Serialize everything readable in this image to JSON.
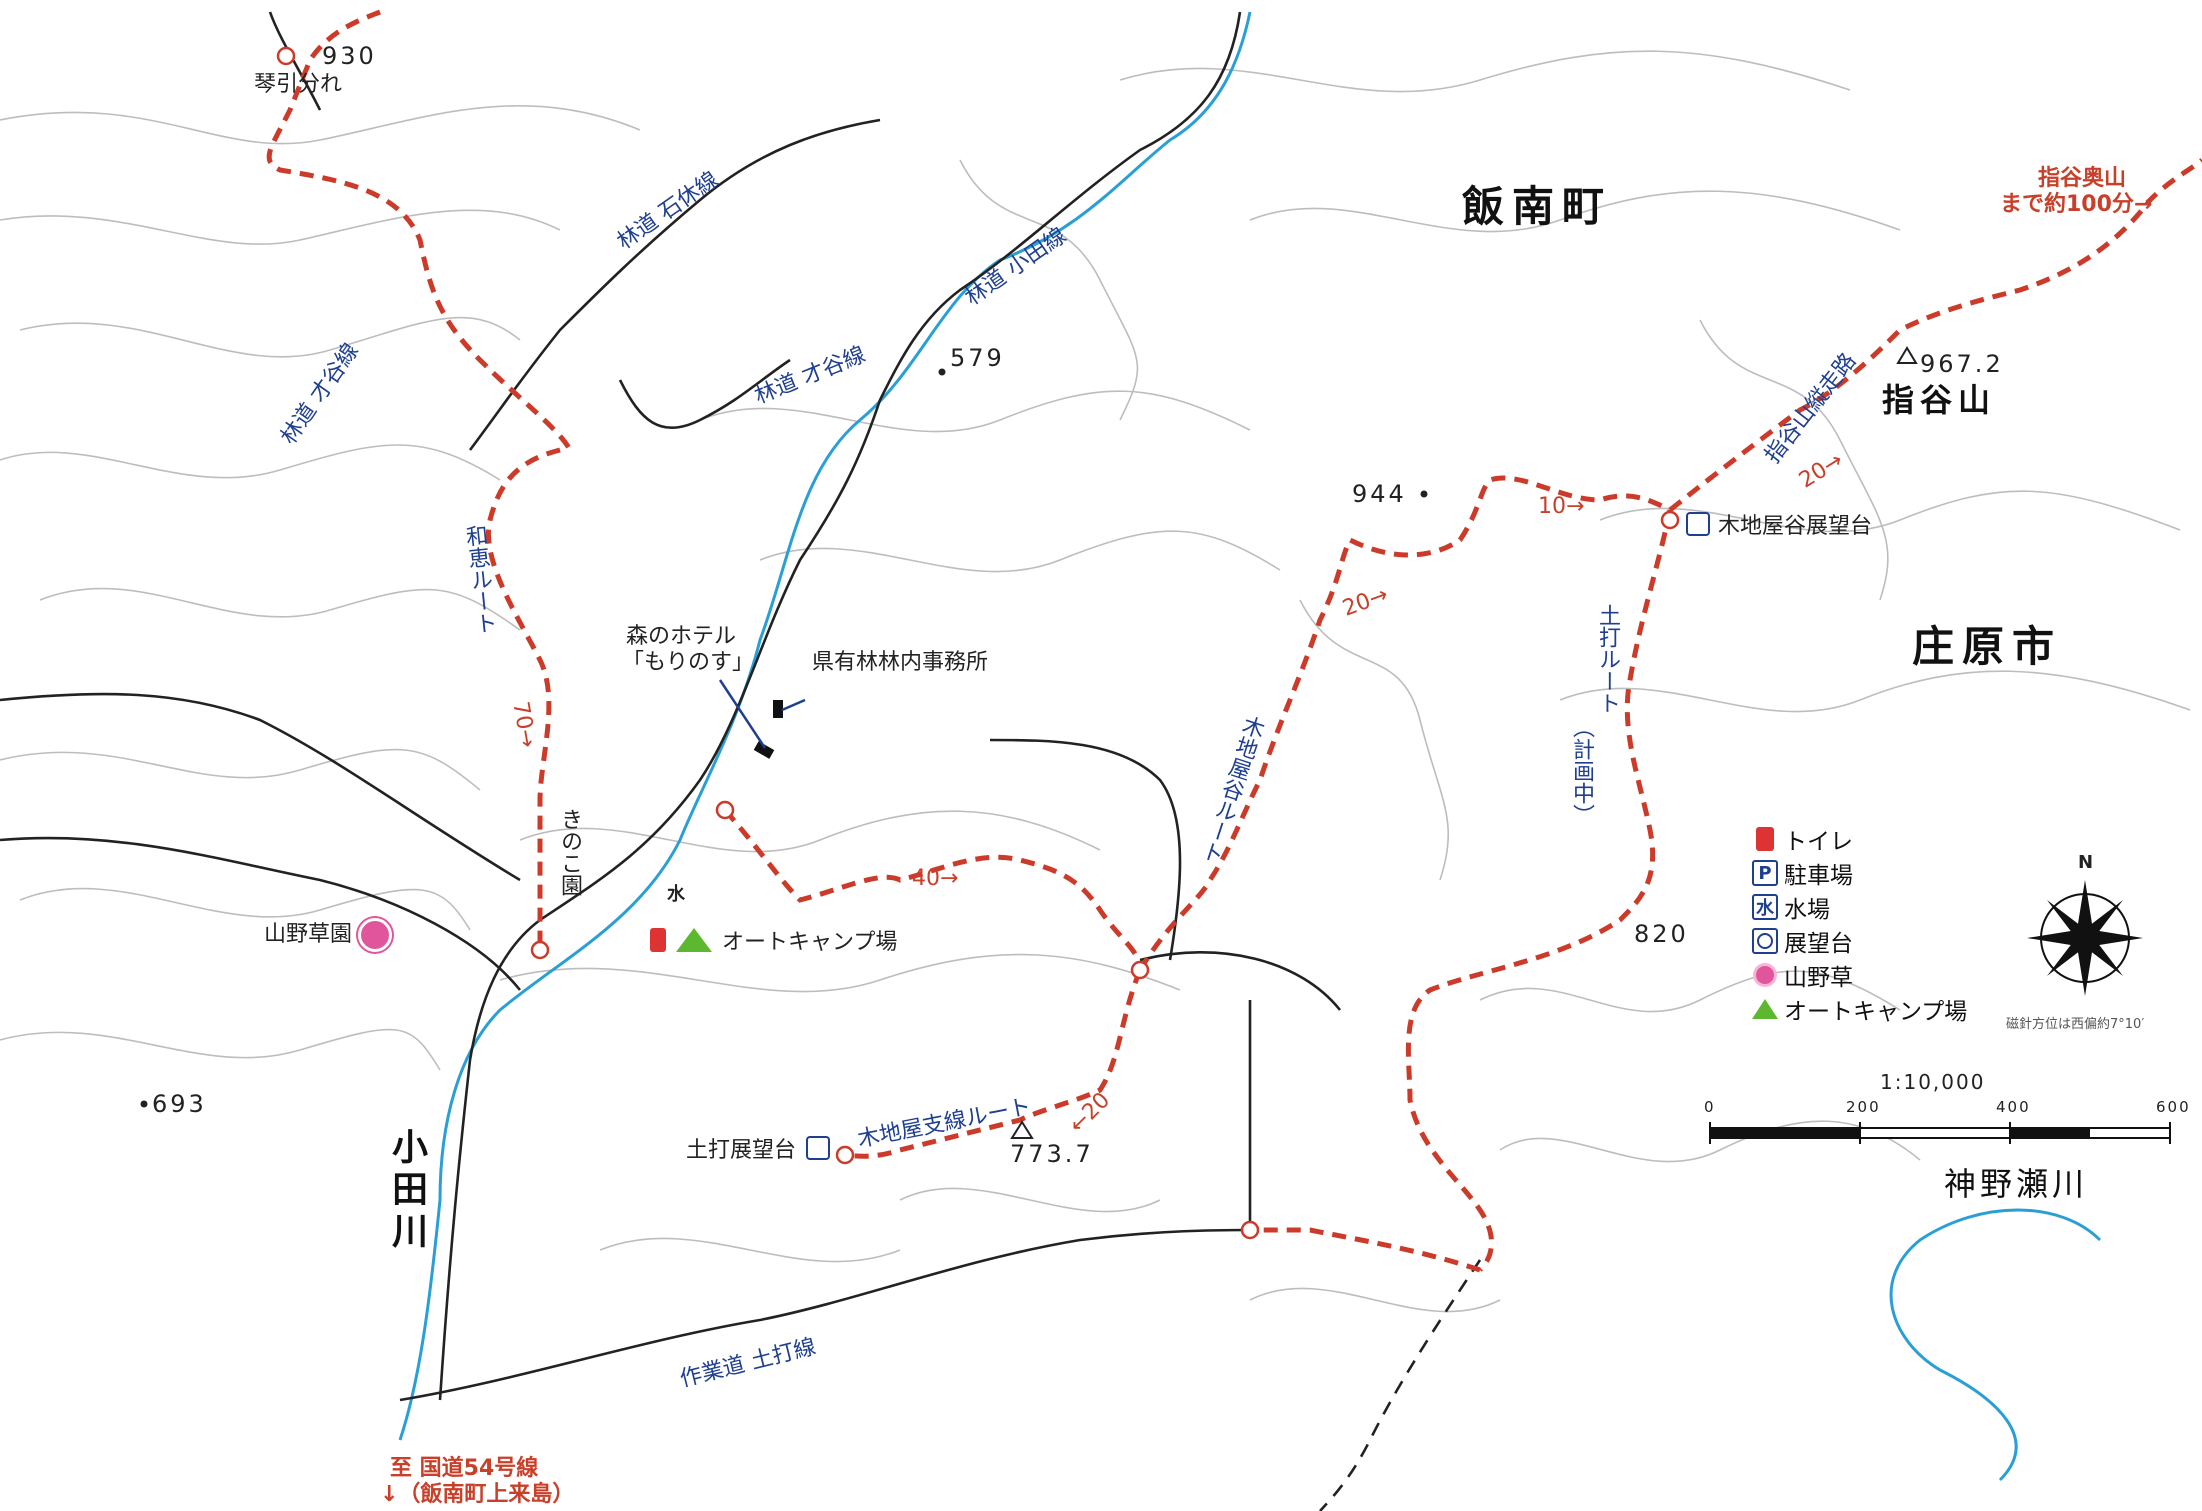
{
  "map": {
    "regions": {
      "iinan": "飯南町",
      "shobara": "庄原市",
      "odagawa": "小田川",
      "kannosegawa": "神野瀬川"
    },
    "peaks": {
      "sashitaniyama": "指谷山",
      "elev_9672": "967.2",
      "elev_944": "944",
      "elev_930": "930",
      "elev_579": "579",
      "elev_693": "693",
      "elev_820": "820",
      "elev_7737": "773.7"
    },
    "places": {
      "kotobiki": "琴引分れ",
      "hotel_line1": "森のホテル",
      "hotel_line2": "「もりのす」",
      "office": "県有林林内事務所",
      "kinoko": "きのこ園",
      "sanyasouen": "山野草園",
      "autocamp": "オートキャンプ場",
      "kijiyadani_view": "木地屋谷展望台",
      "tsuchiuchi_view": "土打展望台"
    },
    "roads": {
      "ishiyasumi": "林道 石休線",
      "odasen": "林道 小田線",
      "saitani_1": "林道 才谷線",
      "saitani_2": "林道 才谷線",
      "sagyodo": "作業道 土打線"
    },
    "routes": {
      "wakei": "和恵ルート",
      "kijiyadani": "木地屋谷ルート",
      "tsuchiuchi": "土打ルート",
      "keikaku": "（計画中）",
      "jusou": "指谷山縦走路",
      "shisen": "木地屋支線ルート",
      "t70": "70→",
      "t40": "40→",
      "t20a": "20→",
      "t10": "10→",
      "t20b": "20→",
      "t20c": "←20"
    },
    "notes": {
      "okuyama_1": "指谷奥山",
      "okuyama_2": "まで約100分→",
      "route54_1": "至 国道54号線",
      "route54_2": "↓（飯南町上来島）"
    }
  },
  "legend": {
    "toilet": "トイレ",
    "parking": "駐車場",
    "water": "水場",
    "viewpoint": "展望台",
    "wildflower": "山野草",
    "autocamp": "オートキャンプ場",
    "icon_parking": "P",
    "icon_water": "水"
  },
  "compass": {
    "north": "N",
    "note": "磁針方位は西偏約7°10′"
  },
  "scale": {
    "ratio": "1:10,000",
    "ticks": [
      "0",
      "200",
      "400",
      "600"
    ]
  },
  "colors": {
    "trail": "#cc3b2a",
    "river": "#2a9fd6",
    "road": "#222222",
    "contour": "#b8b8b8",
    "label_blue": "#1f3f8f"
  }
}
